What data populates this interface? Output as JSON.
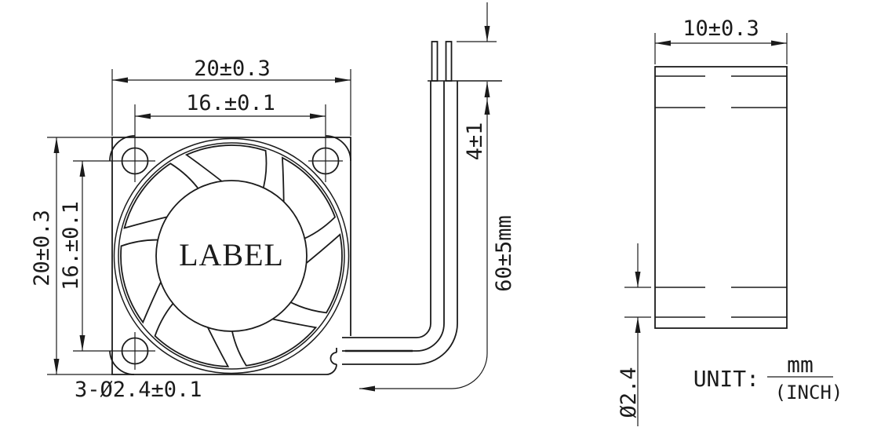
{
  "drawing": {
    "front_view": {
      "label_text": "LABEL",
      "width_dim": "20±0.3",
      "hole_pitch_h_dim": "16.±0.1",
      "height_dim": "20±0.3",
      "hole_pitch_v_dim": "16.±0.1",
      "holes_note": "3-Ø2.4±0.1"
    },
    "lead_wires": {
      "strip_dim": "4±1",
      "length_dim": "60±5mm"
    },
    "side_view": {
      "depth_dim": "10±0.3",
      "hole_dia_dim": "Ø2.4"
    },
    "units_note": {
      "prefix": "UNIT:",
      "numerator": "mm",
      "denominator": "(INCH)"
    },
    "colors": {
      "line": "#1b1b1b",
      "background": "#ffffff"
    }
  }
}
